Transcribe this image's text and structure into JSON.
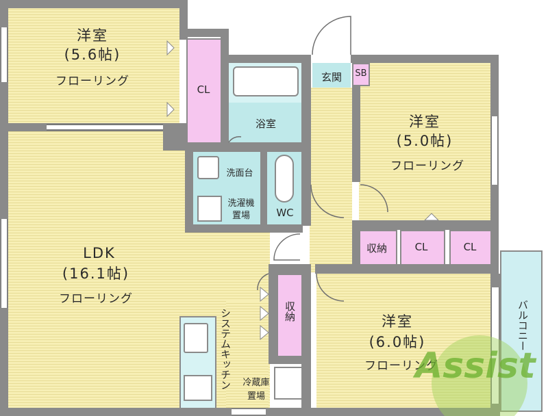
{
  "rooms": {
    "western_room_1": {
      "name": "洋室",
      "size": "(5.6帖)",
      "floor": "フローリング"
    },
    "western_room_2": {
      "name": "洋室",
      "size": "(5.0帖)",
      "floor": "フローリング"
    },
    "western_room_3": {
      "name": "洋室",
      "size": "(6.0帖)",
      "floor": "フローリング"
    },
    "ldk": {
      "name": "LDK",
      "size": "(16.1帖)",
      "floor": "フローリング"
    }
  },
  "fixtures": {
    "cl_1": "CL",
    "cl_2": "CL",
    "cl_3": "CL",
    "bathroom": "浴室",
    "entrance": "玄関",
    "shoe_box": "SB",
    "washbasin": "洗面台",
    "washer_1": "洗濯機",
    "washer_2": "置場",
    "toilet": "WC",
    "storage_1": "収納",
    "storage_2": "収納",
    "kitchen": "システムキッチン",
    "fridge_1": "冷蔵庫",
    "fridge_2": "置場",
    "balcony": "バルコニー"
  },
  "watermark": {
    "text": "Assist"
  },
  "colors": {
    "floor": "#f7efb5",
    "wet_area": "#bfe9ea",
    "closet": "#f6c6ef",
    "wall": "#8a8a8a",
    "watermark": "#7dbb3a"
  }
}
